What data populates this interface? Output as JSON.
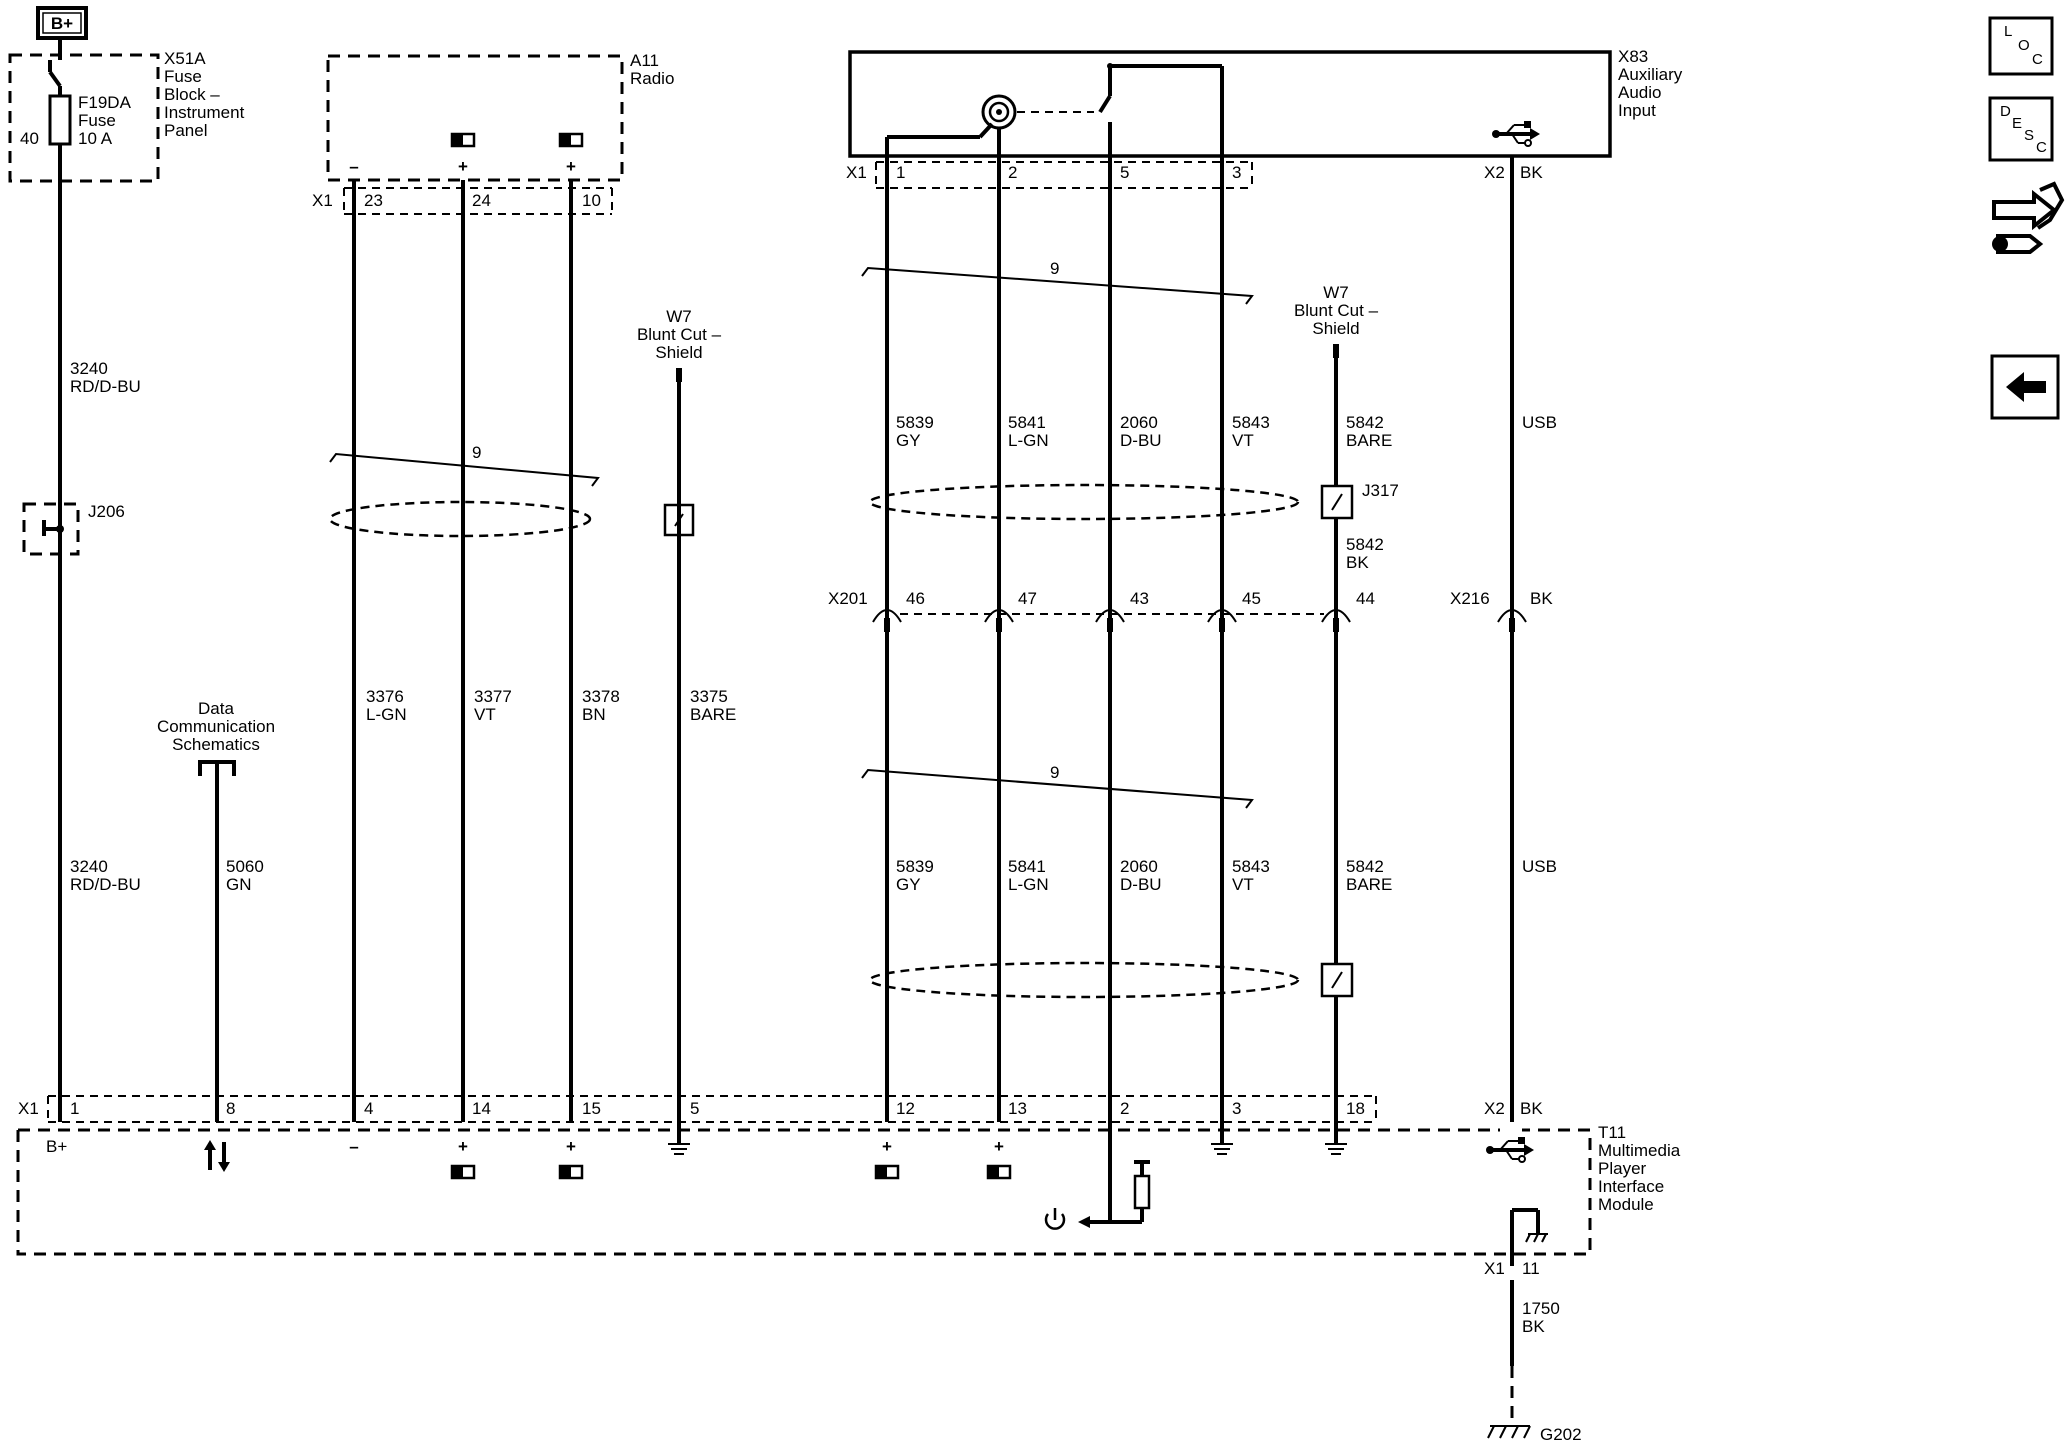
{
  "bplus_tag": "B+",
  "x51a": {
    "id": "X51A",
    "name_1": "Fuse",
    "name_2": "Block –",
    "name_3": "Instrument",
    "name_4": "Panel",
    "fuse_id": "F19DA",
    "fuse_word": "Fuse",
    "fuse_rating": "10 A",
    "pin": "40"
  },
  "a11": {
    "id": "A11",
    "name": "Radio",
    "conn": "X1",
    "pins": [
      "23",
      "24",
      "10"
    ],
    "signs": [
      "–",
      "+",
      "+"
    ]
  },
  "x83": {
    "id": "X83",
    "name_1": "Auxiliary",
    "name_2": "Audio",
    "name_3": "Input",
    "conn": "X1",
    "pins": [
      "1",
      "2",
      "5",
      "3"
    ],
    "conn2": "X2",
    "conn2_color": "BK"
  },
  "t11": {
    "id": "T11",
    "name_1": "Multimedia",
    "name_2": "Player",
    "name_3": "Interface",
    "name_4": "Module",
    "conn": "X1",
    "pins": [
      "1",
      "8",
      "4",
      "14",
      "15",
      "5",
      "12",
      "13",
      "2",
      "3",
      "18"
    ],
    "bplus": "B+",
    "conn2": "X2",
    "conn2_color": "BK",
    "ground_conn": "X1",
    "ground_pin": "11"
  },
  "wires": {
    "w3240_top": {
      "num": "3240",
      "color": "RD/D-BU"
    },
    "w3240_bot": {
      "num": "3240",
      "color": "RD/D-BU"
    },
    "w5060": {
      "num": "5060",
      "color": "GN"
    },
    "w3376": {
      "num": "3376",
      "color": "L-GN"
    },
    "w3377": {
      "num": "3377",
      "color": "VT"
    },
    "w3378": {
      "num": "3378",
      "color": "BN"
    },
    "w3375": {
      "num": "3375",
      "color": "BARE"
    },
    "upper": [
      {
        "num": "5839",
        "color": "GY"
      },
      {
        "num": "5841",
        "color": "L-GN"
      },
      {
        "num": "2060",
        "color": "D-BU"
      },
      {
        "num": "5843",
        "color": "VT"
      },
      {
        "num": "5842",
        "color": "BARE"
      }
    ],
    "lower": [
      {
        "num": "5839",
        "color": "GY"
      },
      {
        "num": "5841",
        "color": "L-GN"
      },
      {
        "num": "2060",
        "color": "D-BU"
      },
      {
        "num": "5843",
        "color": "VT"
      },
      {
        "num": "5842",
        "color": "BARE"
      }
    ],
    "w5842_bk": {
      "num": "5842",
      "color": "BK"
    },
    "usb_upper": "USB",
    "usb_lower": "USB",
    "w1750": {
      "num": "1750",
      "color": "BK"
    }
  },
  "twist_label": "9",
  "j206": "J206",
  "j317": "J317",
  "w7_left": {
    "line1": "W7",
    "line2": "Blunt Cut –",
    "line3": "Shield"
  },
  "w7_right": {
    "line1": "W7",
    "line2": "Blunt Cut –",
    "line3": "Shield"
  },
  "x201": {
    "id": "X201",
    "pins": [
      "46",
      "47",
      "43",
      "45",
      "44"
    ]
  },
  "x216": {
    "id": "X216",
    "color": "BK"
  },
  "data_comm": {
    "line1": "Data",
    "line2": "Communication",
    "line3": "Schematics"
  },
  "g202": "G202",
  "nav": {
    "loc_l": "L",
    "loc_o": "O",
    "loc_c": "C",
    "desc_d": "D",
    "desc_e": "E",
    "desc_s": "S",
    "desc_c": "C"
  }
}
